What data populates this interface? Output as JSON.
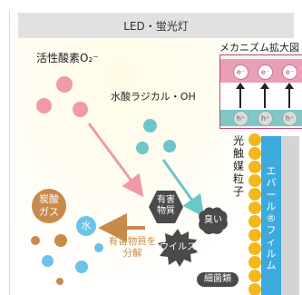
{
  "light": {
    "label": "LED・蛍光灯"
  },
  "labels": {
    "active_oxygen": "活性酸素O₂⁻",
    "hydroxyl": "水酸ラジカル・OH",
    "mechanism": "メカニズム拡大図",
    "photocatalyst": [
      "光",
      "触",
      "媒",
      "粒",
      "子"
    ],
    "film": [
      "エ",
      "バ",
      "ー",
      "ル",
      "®",
      "フ",
      "ィ",
      "ル",
      "ム"
    ],
    "decompose": [
      "有害物質を",
      "分解"
    ],
    "products": [
      "炭酸",
      "ガス"
    ],
    "water": "水"
  },
  "pollutants": {
    "harmful": [
      "有害",
      "物質"
    ],
    "odor": "臭い",
    "virus": "ウイルス",
    "bacteria": "細菌類"
  },
  "mechanism": {
    "electron": "e⁻",
    "hole": "h⁺"
  },
  "colors": {
    "pink": "#ef9aa6",
    "teal": "#6cc7c8",
    "gray_dark": "#4a4a4a",
    "brown": "#c78a4a",
    "blue": "#6cc2e8",
    "yellow": "#f4b81c",
    "film_blue": "#3da9dc"
  }
}
